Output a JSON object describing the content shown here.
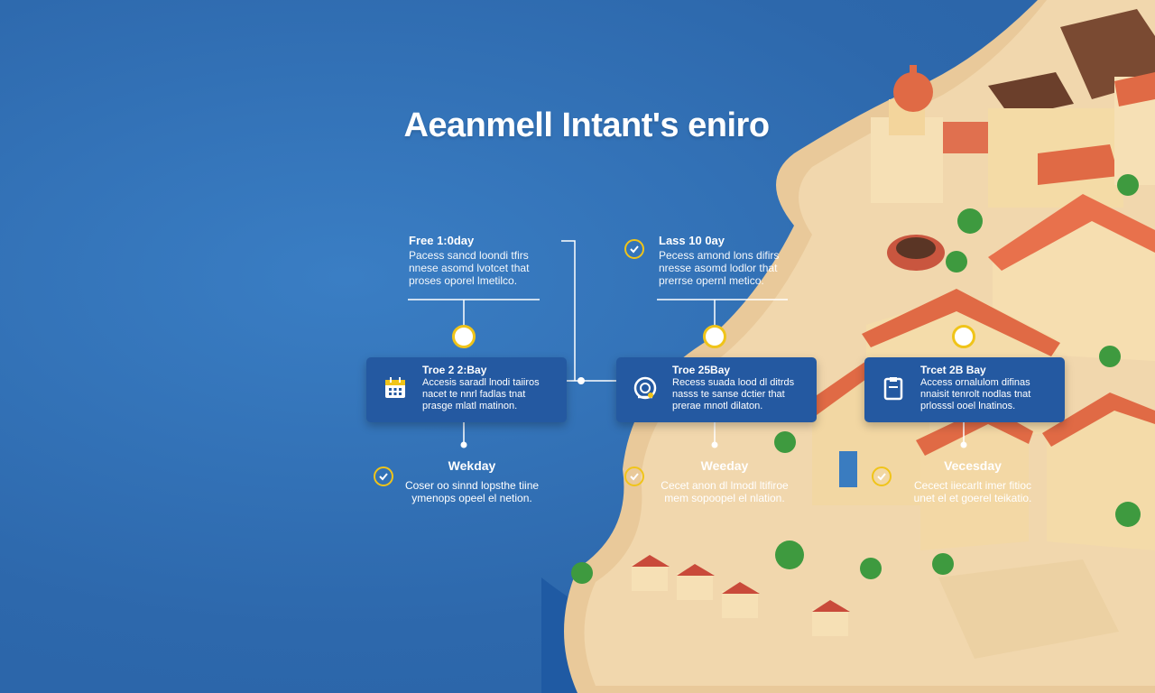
{
  "title": "Aeanmell Intant's eniro",
  "top_notes": [
    {
      "heading": "Free 1:0day",
      "body": "Pacess sancd loondi tfirs\nnnese asomd lvotcet that\nproses oporel lmetilco."
    },
    {
      "heading": "Lass 10 0ay",
      "body": "Pecess amond lons difirs\nnresse asomd lodlor that\nprerrse opernl metico."
    }
  ],
  "cards": [
    {
      "heading": "Troe 2 2:Bay",
      "body": "Accesis saradl lnodi taiiros\nnacet te nnrl fadlas tnat\nprasge mlatl matinon.",
      "icon": "calendar-icon"
    },
    {
      "heading": "Troe 25Bay",
      "body": "Recess suada lood dl ditrds\nnasss te sanse dctier that\nprerae mnotl dilaton.",
      "icon": "gauge-icon"
    },
    {
      "heading": "Trcet 2B Bay",
      "body": "Access ornalulom difinas\nnnaisit tenrolt nodlas tnat\nprlosssl ooel lnatinos.",
      "icon": "clipboard-icon"
    }
  ],
  "bottom_notes": [
    {
      "heading": "Wekday",
      "body": "Coser oo sinnd lopsthe tiine\nymenops opeel el netion."
    },
    {
      "heading": "Weeday",
      "body": "Cecet anon dl lmodl ltifiroe\nmem sopoopel el nlation."
    },
    {
      "heading": "Vecesday",
      "body": "Cecect iiecarlt imer fitioc\nunet el et goerel teikatio."
    }
  ],
  "colors": {
    "background": "#2f6fb4",
    "card": "#2459a1",
    "accent": "#f0c419",
    "text": "#ffffff"
  }
}
